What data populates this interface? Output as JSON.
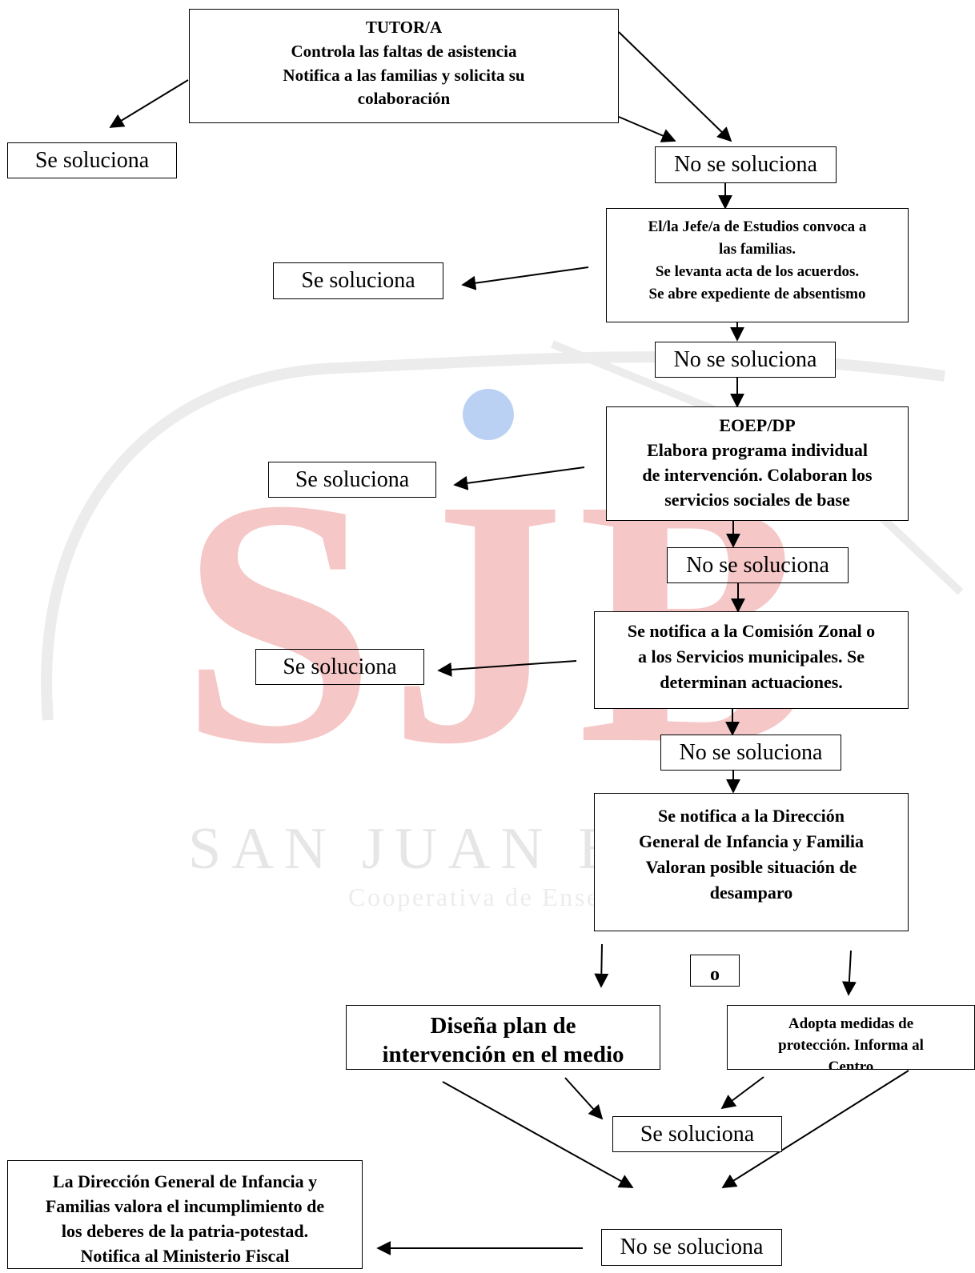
{
  "watermark": {
    "logo_letters": "SJB",
    "brand_name": "SAN JUAN BOSCO",
    "brand_sub": "Cooperativa de Enseñanza"
  },
  "nodes": {
    "tutor": {
      "title": "TUTOR/A",
      "line1": "Controla las faltas de asistencia",
      "line2": "Notifica a las familias y solicita su",
      "line3": "colaboración"
    },
    "solved_1": "Se soluciona",
    "not_solved_1": "No se soluciona",
    "jefe": {
      "line1": "El/la Jefe/a de Estudios convoca a",
      "line2": "las familias.",
      "line3": "Se levanta acta de los acuerdos.",
      "line4": "Se abre expediente de absentismo"
    },
    "solved_2": "Se soluciona",
    "not_solved_2": "No se soluciona",
    "eoep": {
      "title": "EOEP/DP",
      "line1": "Elabora programa individual",
      "line2": "de intervención. Colaboran los",
      "line3": "servicios sociales de base"
    },
    "solved_3": "Se soluciona",
    "not_solved_3": "No se soluciona",
    "comision": {
      "line1": "Se notifica a la Comisión Zonal o",
      "line2": "a los Servicios municipales. Se",
      "line3": "determinan actuaciones."
    },
    "solved_4": "Se soluciona",
    "not_solved_4": "No se soluciona",
    "direccion": {
      "line1": "Se notifica a la Dirección",
      "line2": "General de Infancia y Familia",
      "line3": "Valoran posible situación de",
      "line4": "desamparo"
    },
    "or_label": "o",
    "plan": {
      "line1": "Diseña plan de",
      "line2": "intervención en el medio"
    },
    "medidas": {
      "line1": "Adopta medidas de",
      "line2": "protección. Informa al",
      "line3": "Centro"
    },
    "solved_5": "Se soluciona",
    "not_solved_5": "No se soluciona",
    "fiscal": {
      "line1": "La Dirección General de Infancia y",
      "line2": "Familias valora el incumplimiento de",
      "line3": "los deberes de la patria-potestad.",
      "line4": "Notifica al Ministerio Fiscal"
    }
  },
  "colors": {
    "watermark_red": "#f3b5b5",
    "watermark_grey": "#e8e8e8",
    "watermark_blue": "#aac6f0"
  }
}
